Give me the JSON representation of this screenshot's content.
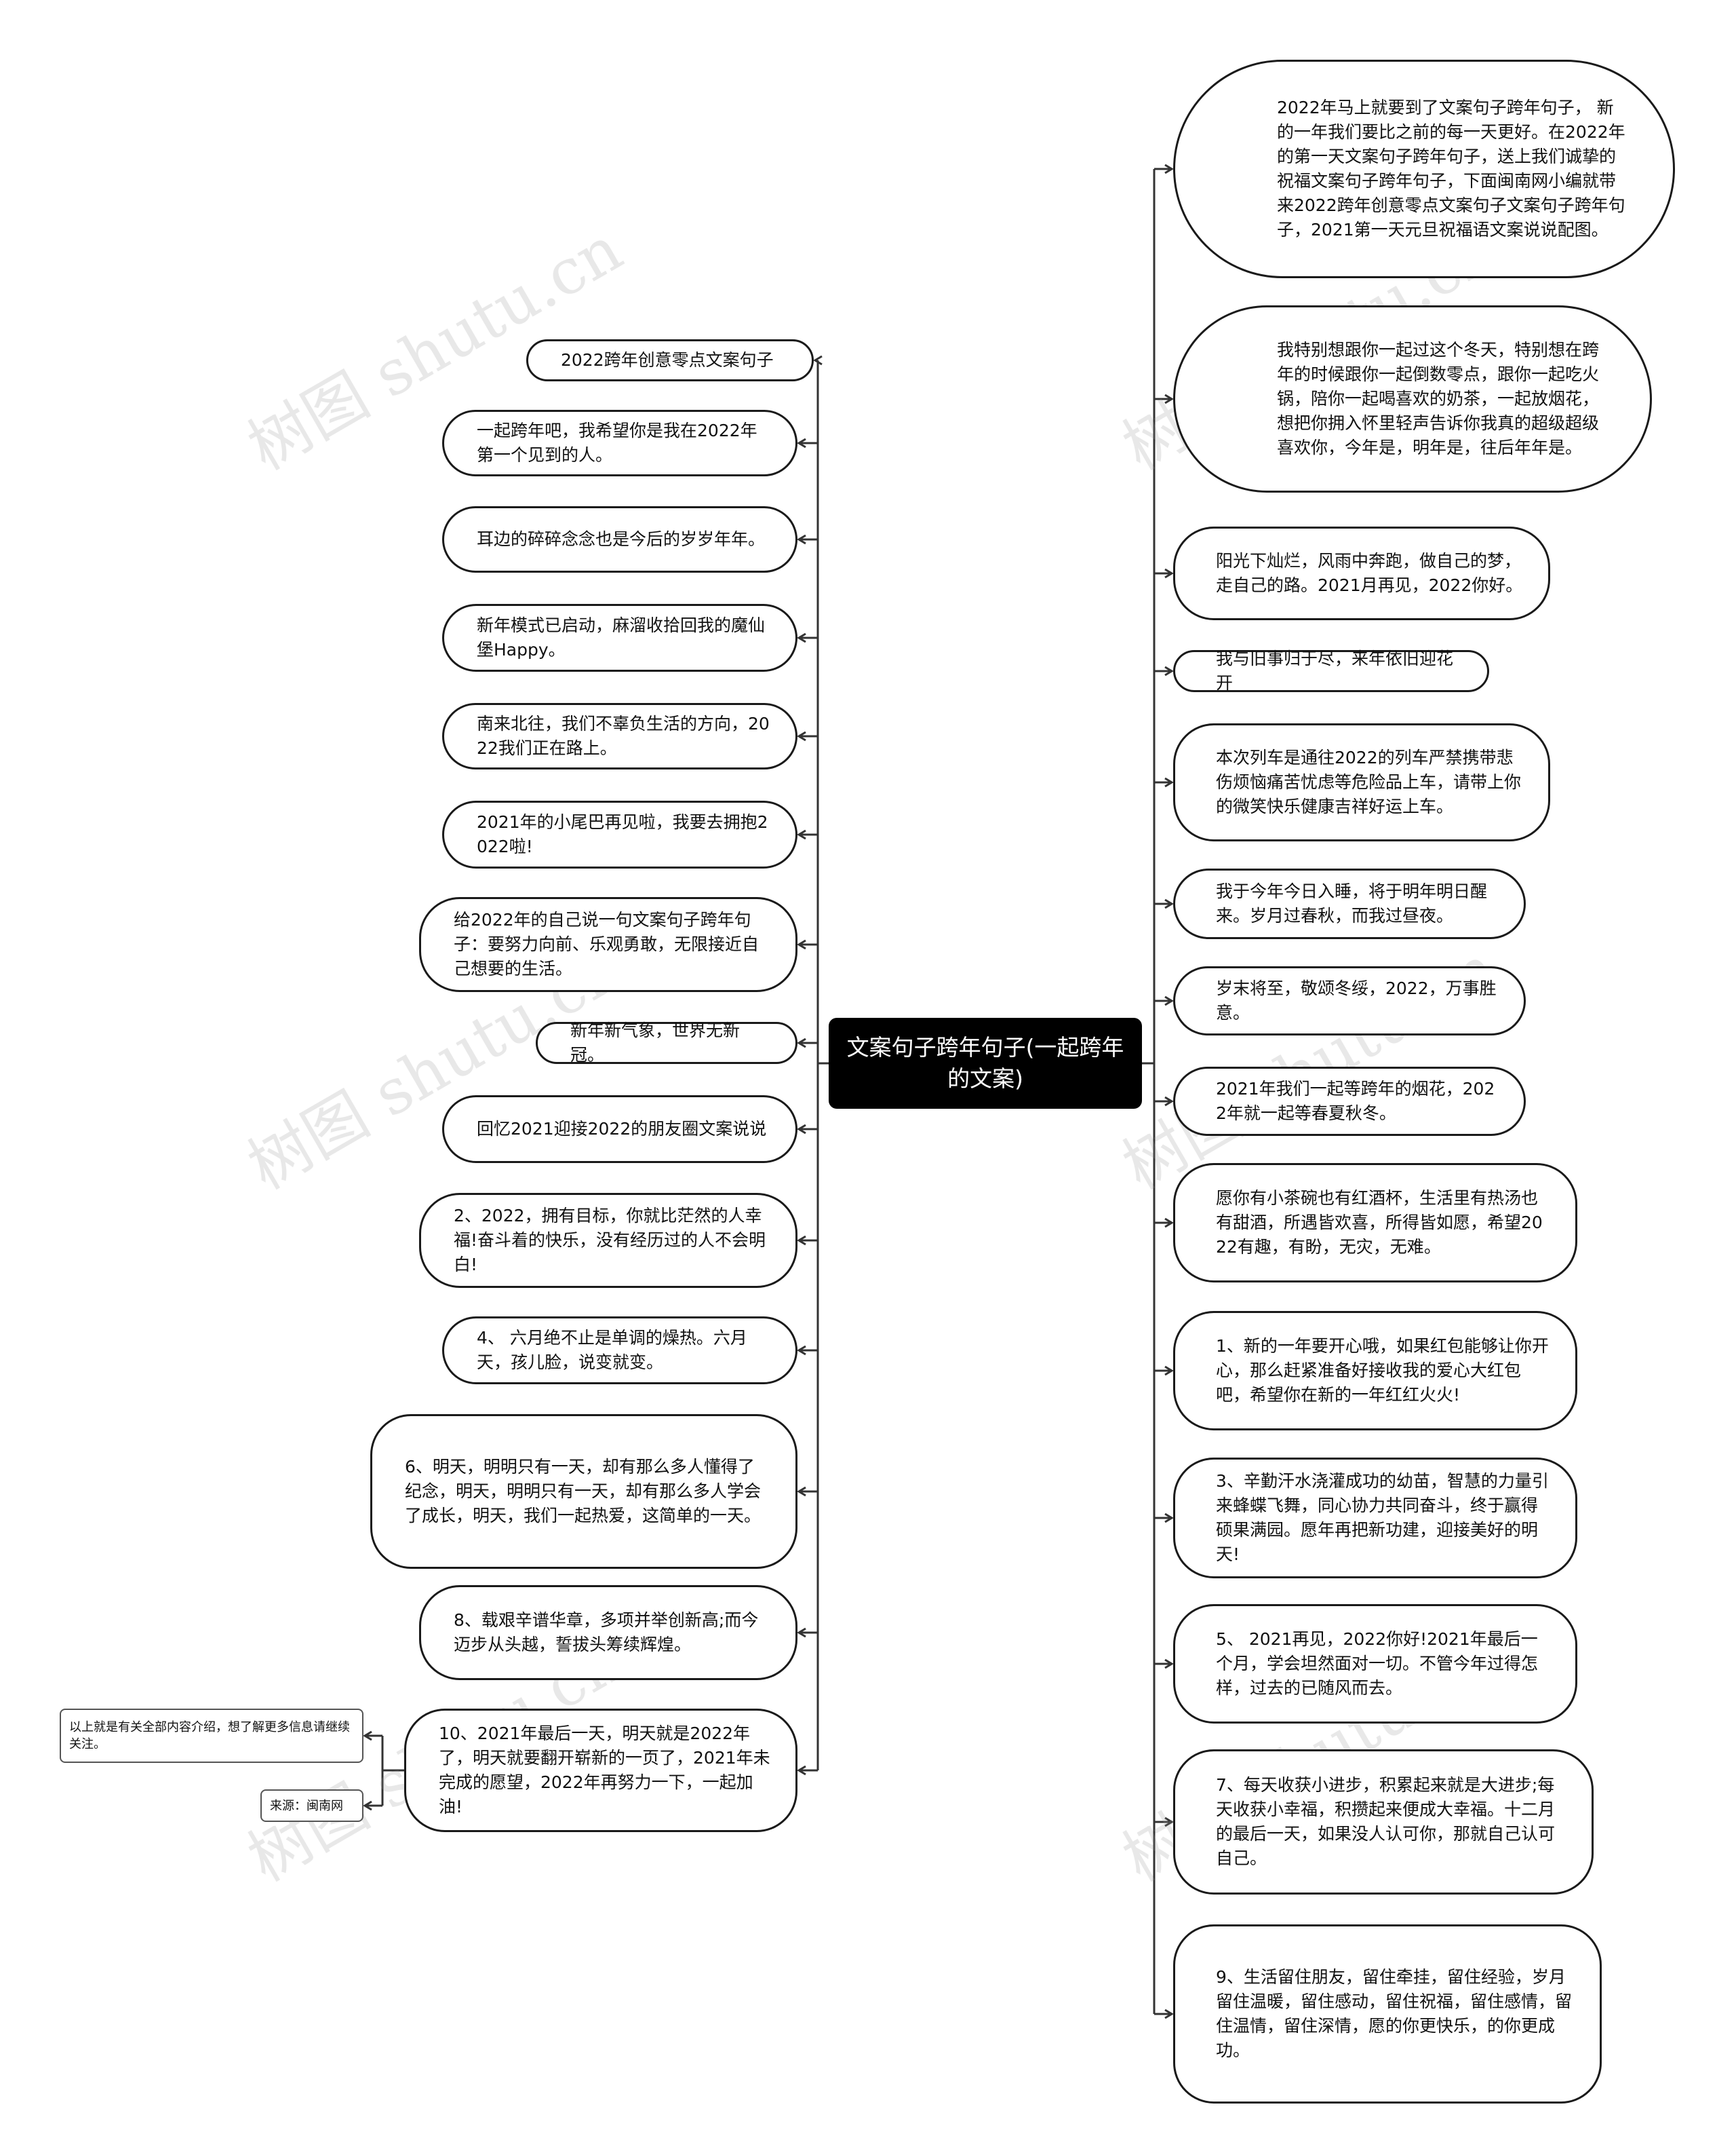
{
  "center": {
    "title": "文案句子跨年句子(一起跨年的文案)"
  },
  "left_nodes": [
    "2022跨年创意零点文案句子",
    "一起跨年吧，我希望你是我在2022年第一个见到的人。",
    "耳边的碎碎念念也是今后的岁岁年年。",
    "新年模式已启动，麻溜收拾回我的魔仙堡Happy。",
    "南来北往，我们不辜负生活的方向，2022我们正在路上。",
    "2021年的小尾巴再见啦，我要去拥抱2022啦!",
    "给2022年的自己说一句文案句子跨年句子：要努力向前、乐观勇敢，无限接近自己想要的生活。",
    "新年新气象，世界无新冠。",
    "回忆2021迎接2022的朋友圈文案说说",
    "2、2022，拥有目标，你就比茫然的人幸福!奋斗着的快乐，没有经历过的人不会明白!",
    "4、 六月绝不止是单调的燥热。六月天，孩儿脸，说变就变。",
    "6、明天，明明只有一天，却有那么多人懂得了纪念，明天，明明只有一天，却有那么多人学会了成长，明天，我们一起热爱，这简单的一天。",
    "8、载艰辛谱华章，多项并举创新高;而今迈步从头越，誓拔头筹续辉煌。",
    "10、2021年最后一天，明天就是2022年了，明天就要翻开崭新的一页了，2021年未完成的愿望，2022年再努力一下，一起加油!"
  ],
  "right_nodes": [
    "2022年马上就要到了文案句子跨年句子， 新的一年我们要比之前的每一天更好。在2022年的第一天文案句子跨年句子，送上我们诚挚的祝福文案句子跨年句子，下面闽南网小编就带来2022跨年创意零点文案句子文案句子跨年句子，2021第一天元旦祝福语文案说说配图。",
    "我特别想跟你一起过这个冬天，特别想在跨年的时候跟你一起倒数零点，跟你一起吃火锅，陪你一起喝喜欢的奶茶，一起放烟花，想把你拥入怀里轻声告诉你我真的超级超级喜欢你，今年是，明年是，往后年年是。",
    "阳光下灿烂，风雨中奔跑，做自己的梦，走自己的路。2021月再见，2022你好。",
    "我与旧事归于尽，来年依旧迎花开",
    "本次列车是通往2022的列车严禁携带悲伤烦恼痛苦忧虑等危险品上车，请带上你的微笑快乐健康吉祥好运上车。",
    "我于今年今日入睡，将于明年明日醒来。岁月过春秋，而我过昼夜。",
    "岁末将至，敬颂冬绥，2022，万事胜意。",
    "2021年我们一起等跨年的烟花，2022年就一起等春夏秋冬。",
    "愿你有小茶碗也有红酒杯，生活里有热汤也有甜酒，所遇皆欢喜，所得皆如愿，希望2022有趣，有盼，无灾，无难。",
    "1、新的一年要开心哦，如果红包能够让你开心，那么赶紧准备好接收我的爱心大红包吧，希望你在新的一年红红火火!",
    "3、辛勤汗水浇灌成功的幼苗，智慧的力量引来蜂蝶飞舞，同心协力共同奋斗，终于赢得硕果满园。愿年再把新功建，迎接美好的明天!",
    "5、 2021再见，2022你好!2021年最后一个月，学会坦然面对一切。不管今年过得怎样，过去的已随风而去。",
    "7、每天收获小进步，积累起来就是大进步;每天收获小幸福，积攒起来便成大幸福。十二月的最后一天，如果没人认可你，那就自己认可自己。",
    "9、生活留住朋友，留住牵挂，留住经验，岁月留住温暖，留住感动，留住祝福，留住感情，留住温情，留住深情，愿的你更快乐，的你更成功。"
  ],
  "sub_nodes": [
    "以上就是有关全部内容介绍，想了解更多信息请继续关注。",
    "来源：闽南网"
  ],
  "watermark": "树图 shutu.cn",
  "colors": {
    "center_bg": "#000000",
    "center_text": "#ffffff",
    "border": "#1a1a1a",
    "line": "#333333"
  }
}
